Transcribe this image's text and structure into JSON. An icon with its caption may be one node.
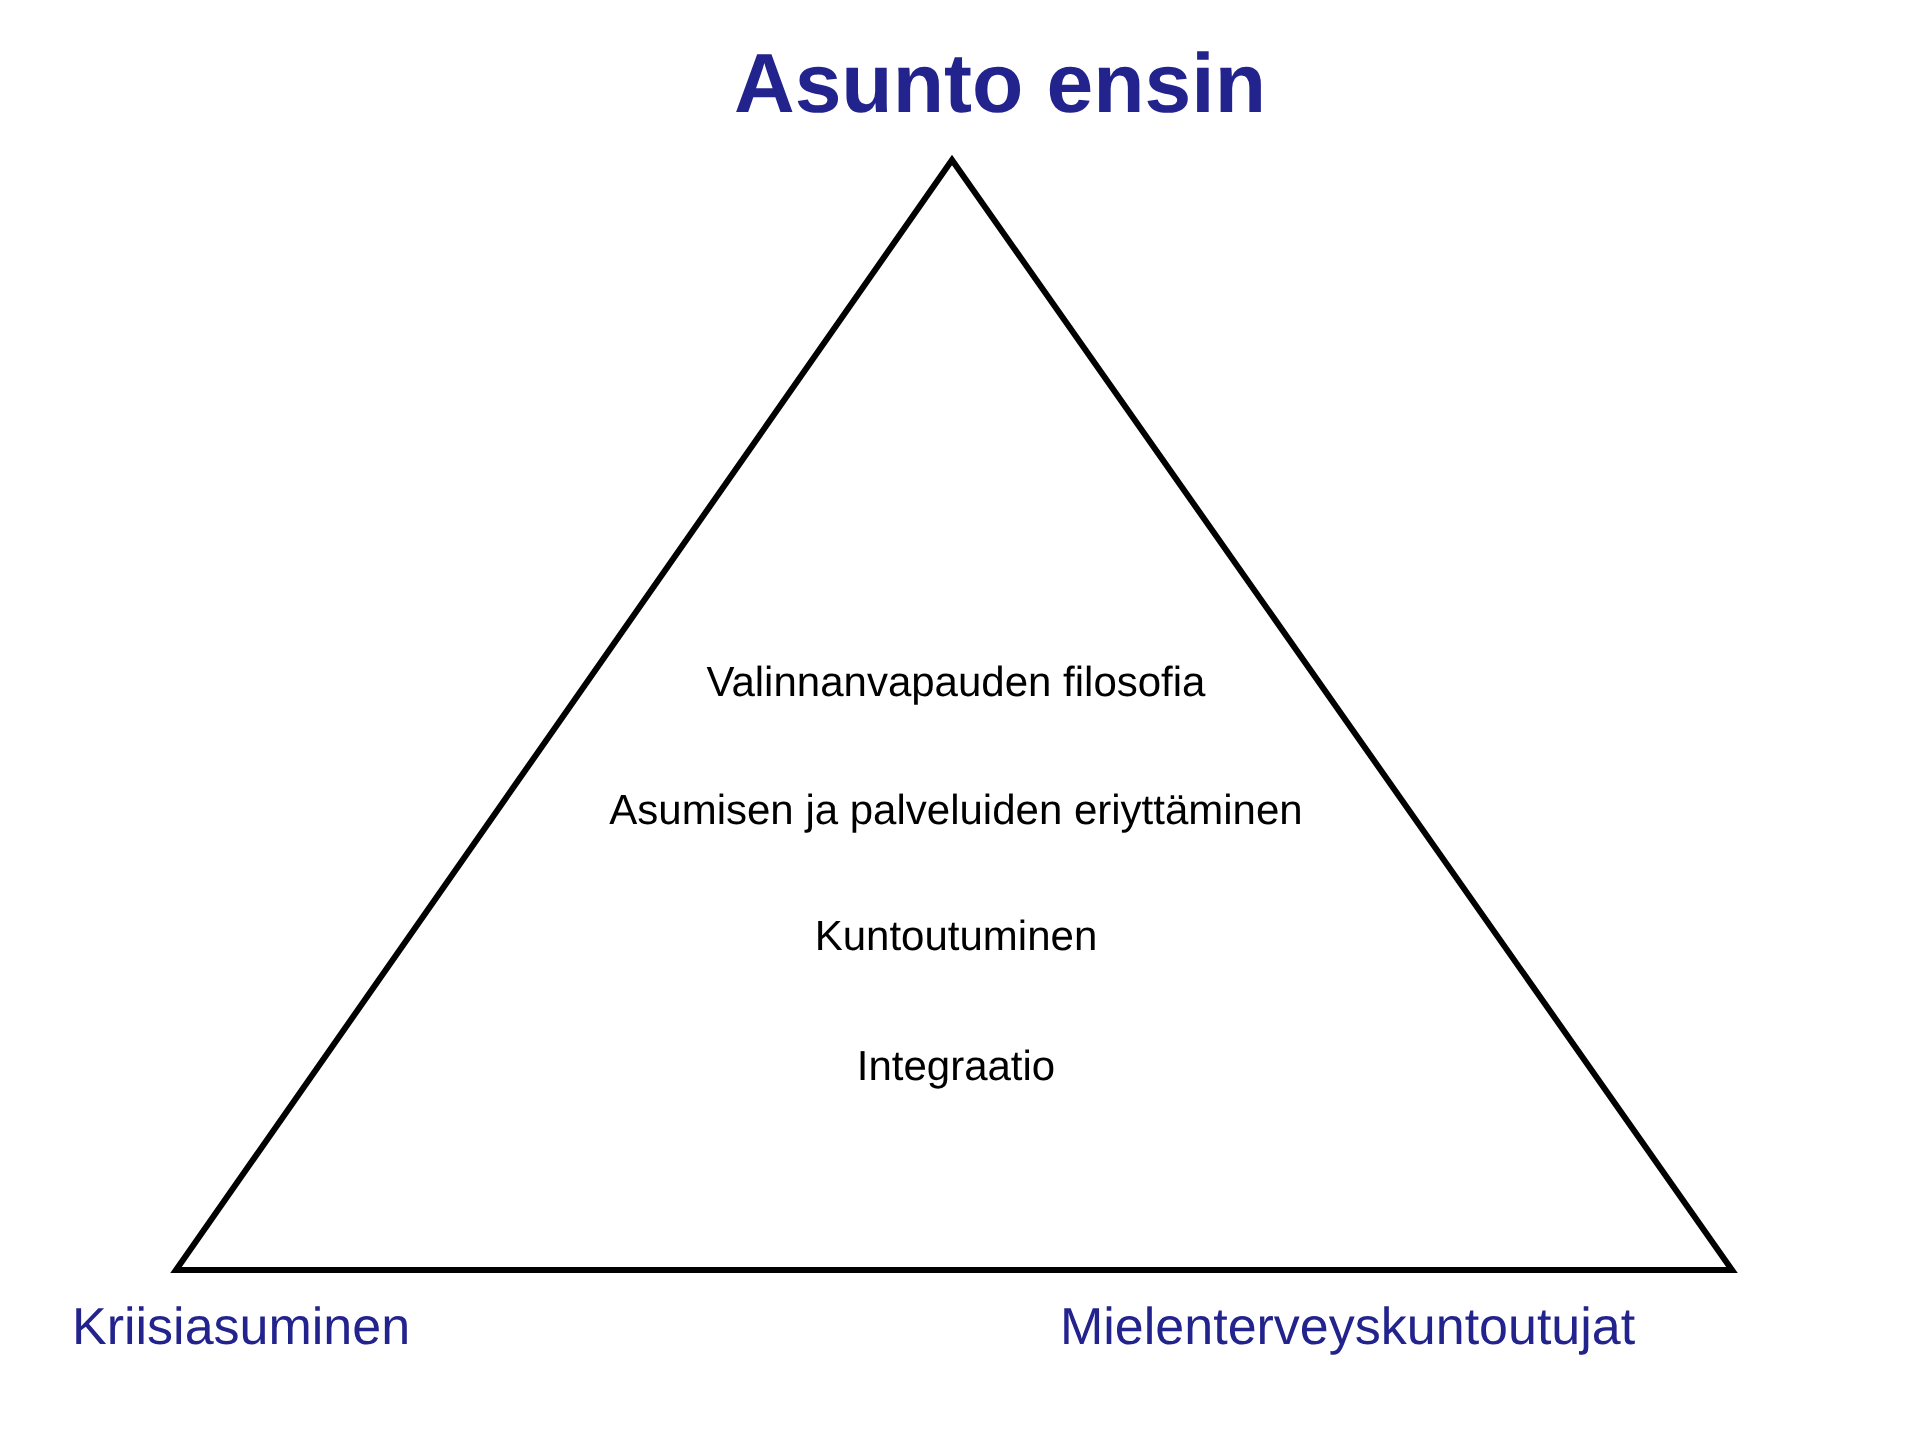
{
  "diagram": {
    "title": "Asunto ensin",
    "nodes": [
      {
        "text": [
          "Valinnanvapauden filosofia",
          "Asumisen ja palveluiden eriyttäminen",
          "Kuntoutuminen",
          "Integraatio"
        ],
        "beside": [
          "Kriisiasuminen",
          "Mielenterveyskuntoutujat"
        ]
      }
    ]
  }
}
